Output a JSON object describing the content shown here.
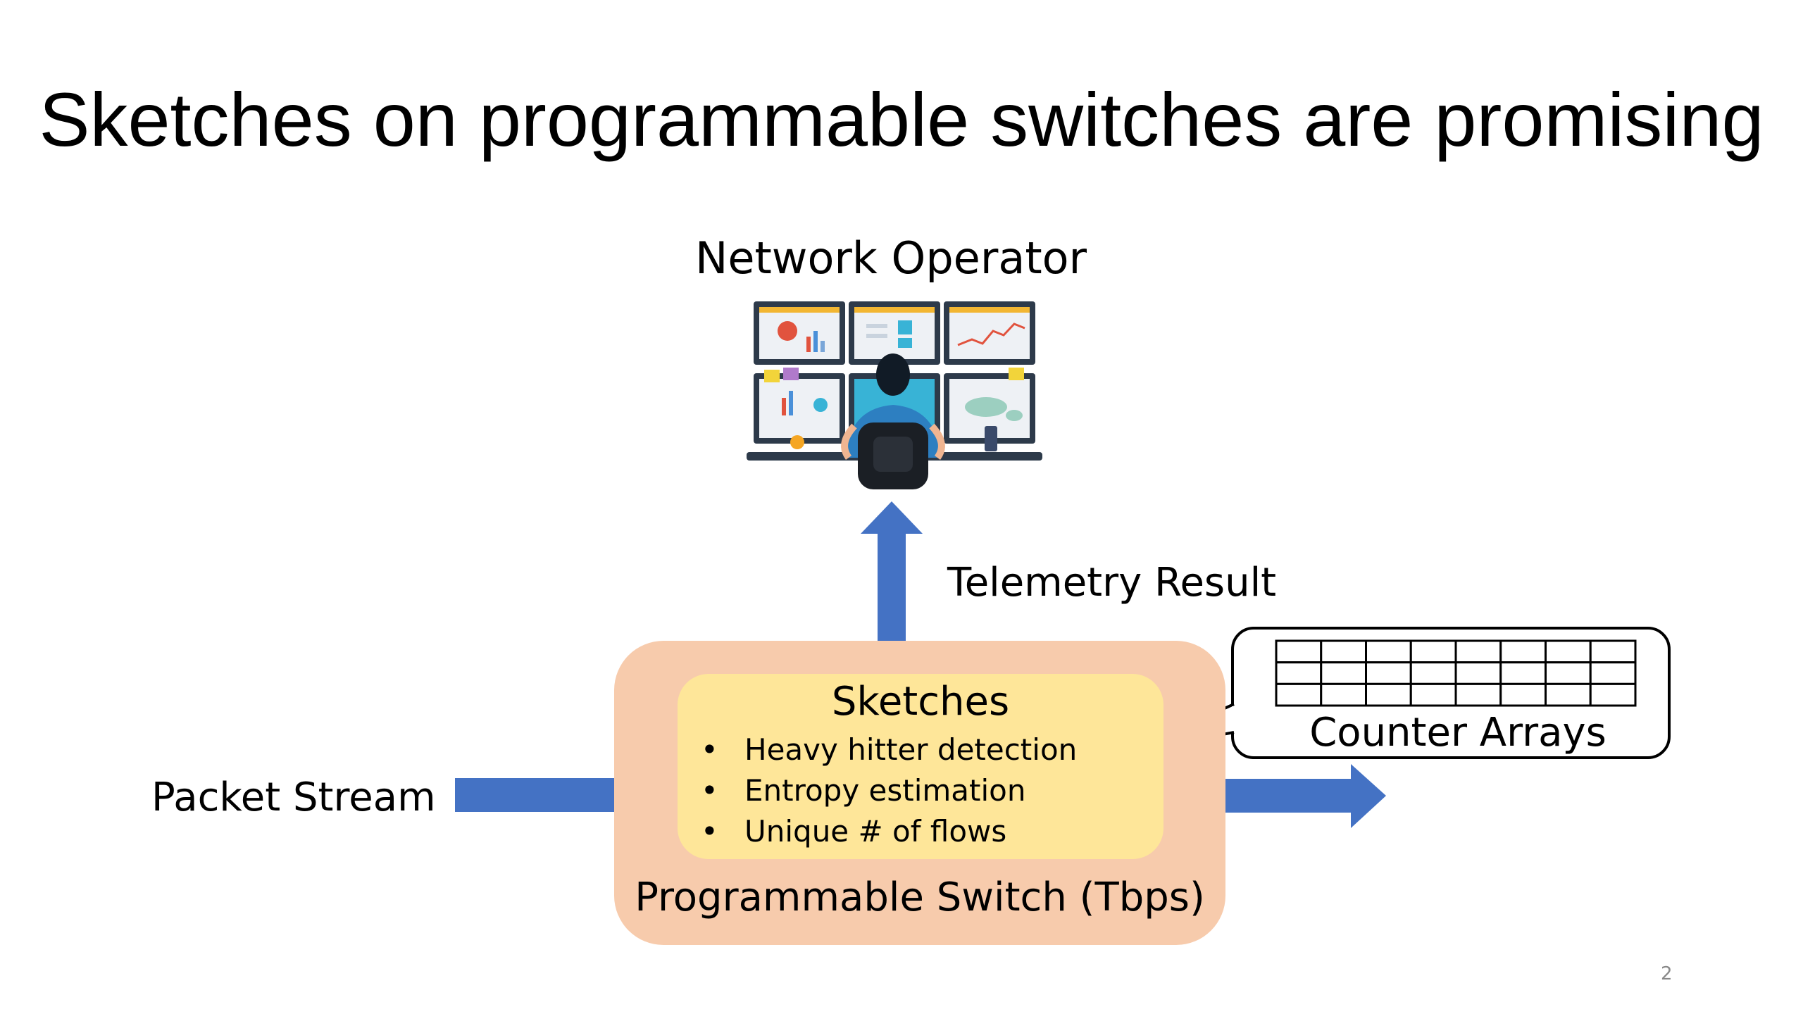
{
  "slide": {
    "title": "Sketches on programmable switches are promising",
    "page_number": "2"
  },
  "operator": {
    "label": "Network Operator",
    "icon": "network-operator-monitors-icon"
  },
  "telemetry": {
    "label": "Telemetry Result"
  },
  "packet_stream": {
    "label": "Packet Stream"
  },
  "switch": {
    "label": "Programmable Switch (Tbps)",
    "sketches": {
      "title": "Sketches",
      "items": [
        "Heavy hitter detection",
        "Entropy estimation",
        "Unique # of flows"
      ],
      "bullet": "•"
    }
  },
  "counter_arrays": {
    "label": "Counter Arrays",
    "rows": 3,
    "columns": 8
  },
  "colors": {
    "arrow": "#4472c4",
    "switch_fill": "#f7cbac",
    "sketch_fill": "#fee699"
  }
}
